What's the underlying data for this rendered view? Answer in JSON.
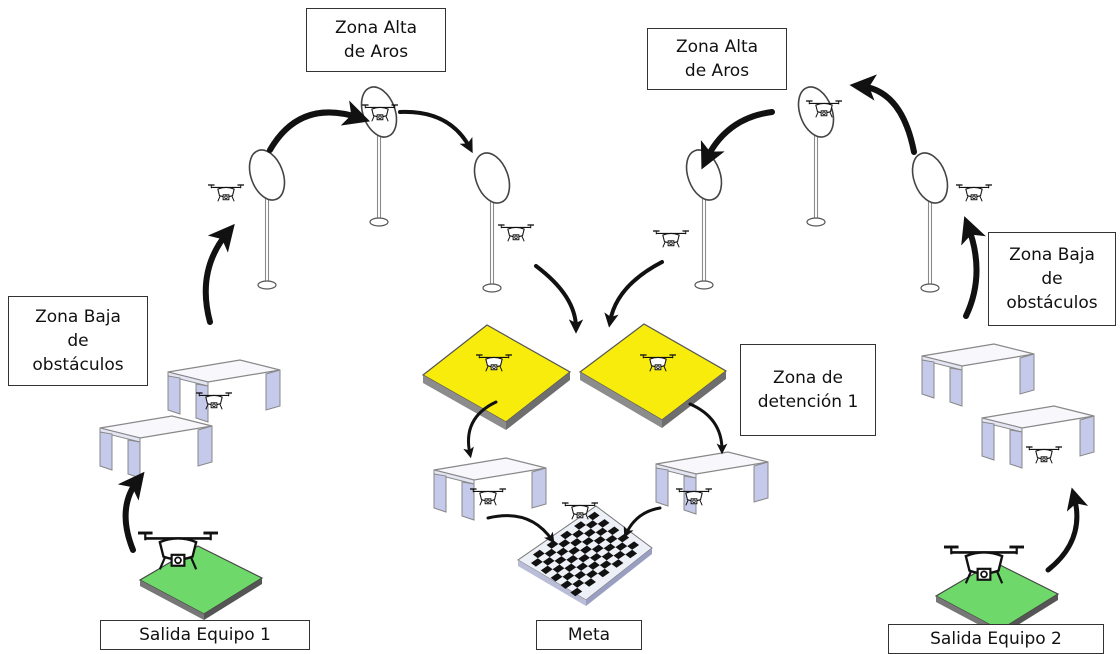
{
  "labels": {
    "high_zone_left": [
      "Zona Alta",
      "de Aros"
    ],
    "high_zone_right": [
      "Zona Alta",
      "de Aros"
    ],
    "low_zone_left": [
      "Zona Baja",
      "de",
      "obstáculos"
    ],
    "low_zone_right": [
      "Zona Baja",
      "de",
      "obstáculos"
    ],
    "stop_zone": [
      "Zona de",
      "detención 1"
    ],
    "start_team_1": "Salida Equipo 1",
    "start_team_2": "Salida Equipo 2",
    "finish": "Meta"
  },
  "colors": {
    "stop_pad": "#f7ec0c",
    "start_pad": "#6fd86a",
    "bench_top": "#f6f6fb",
    "bench_side": "#c4c8ea",
    "arrow": "#111111",
    "ring_stand": "#9a9a9a"
  },
  "icons": [
    "drone-icon",
    "hoop-ring-icon",
    "bench-obstacle-icon",
    "landing-pad-icon",
    "checkered-finish-pad-icon",
    "flow-arrow-icon"
  ]
}
